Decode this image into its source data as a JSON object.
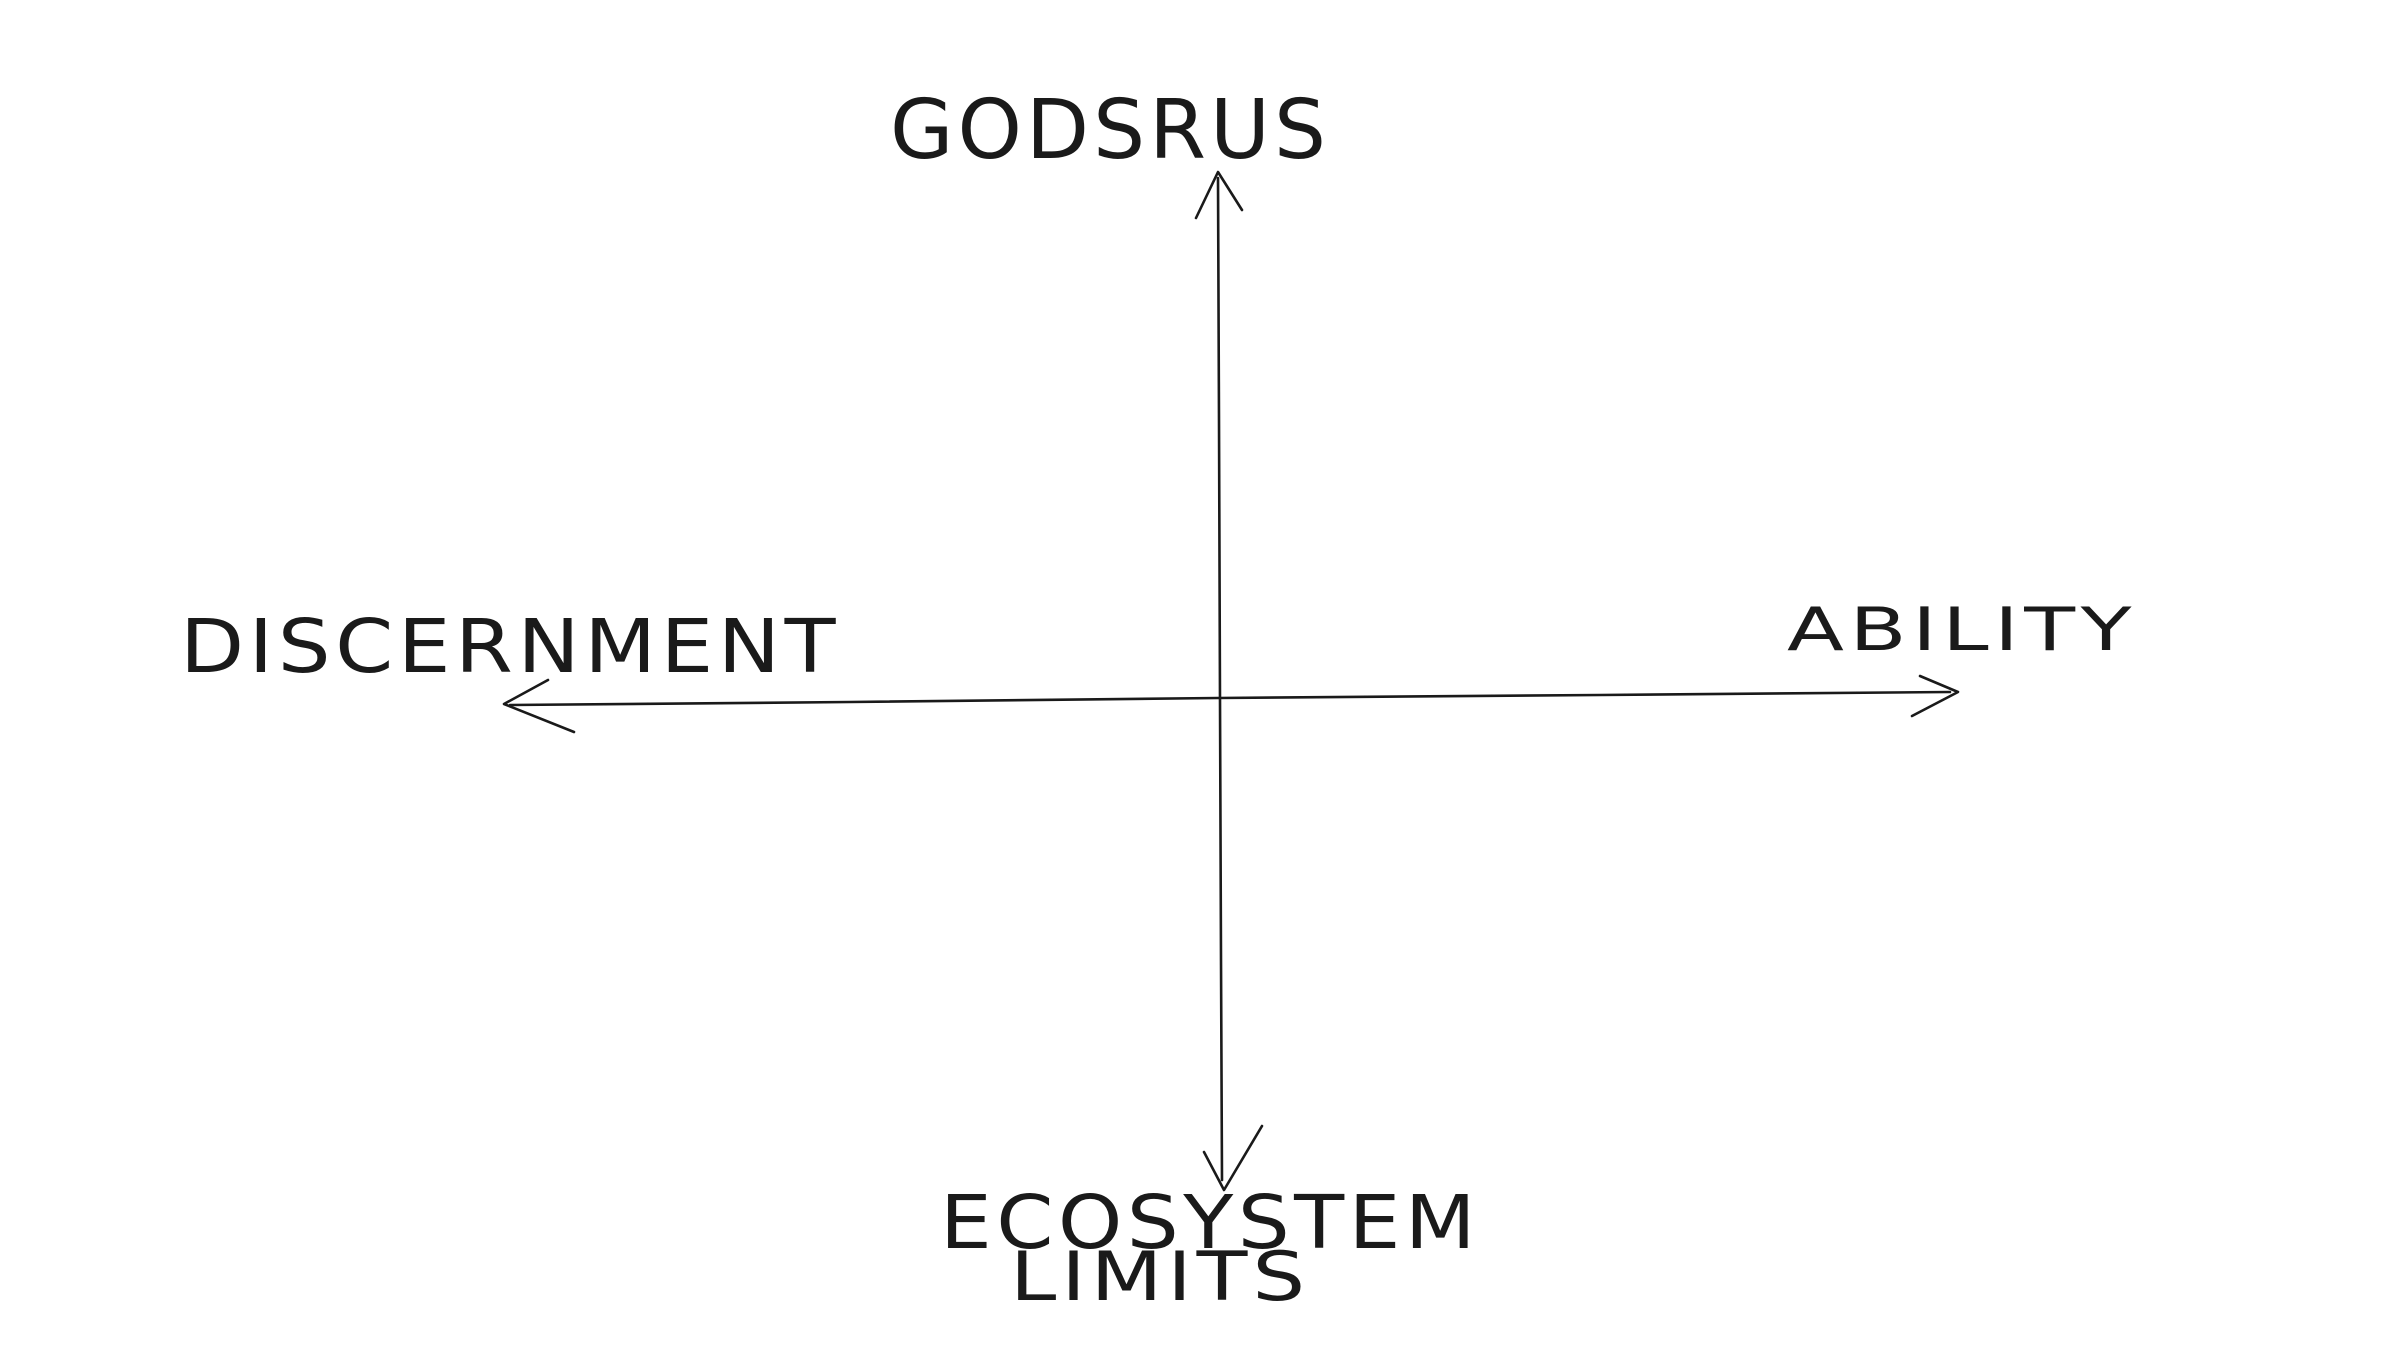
{
  "diagram": {
    "labels": {
      "top": "GODSRUS",
      "bottom_line1": "ECOSYSTEM",
      "bottom_line2": "LIMITS",
      "left": "DISCERNMENT",
      "right": "ABILITY"
    },
    "colors": {
      "background": "#ffffff",
      "ink": "#1a1a1a"
    }
  }
}
